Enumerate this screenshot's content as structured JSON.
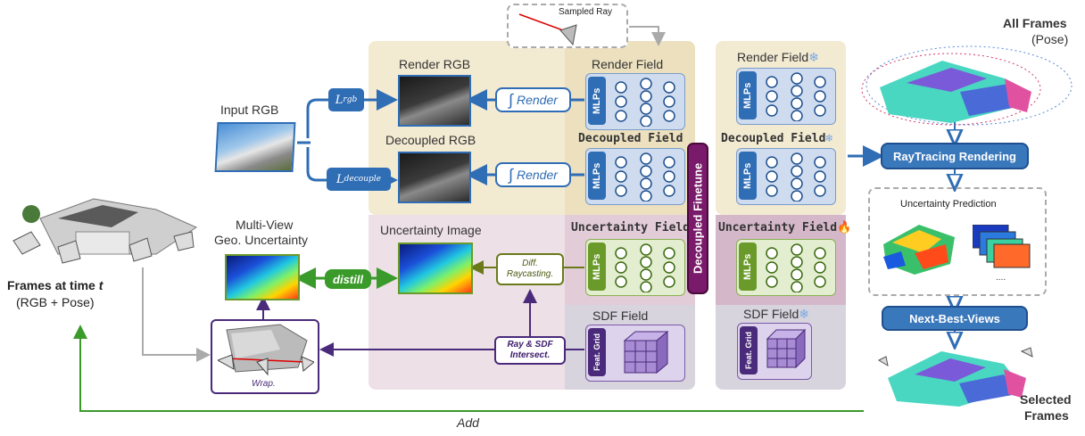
{
  "sampled_ray": "Sampled Ray",
  "render_rgb": "Render RGB",
  "render_field": "Render Field",
  "input_rgb": "Input RGB",
  "decoupled_rgb": "Decoupled RGB",
  "decoupled_field": "Decoupled Field",
  "loss_rgb": "L",
  "loss_rgb_sub": "rgb",
  "loss_decouple": "L",
  "loss_decouple_sub": "decouple",
  "render_op": "Render",
  "mlps": "MLPs",
  "uncertainty_image": "Uncertainty Image",
  "uncertainty_field": "Uncertainty Field",
  "multi_view_line1": "Multi-View",
  "multi_view_line2": "Geo. Uncertainty",
  "distill": "distill",
  "diff_raycasting_line1": "Diff.",
  "diff_raycasting_line2": "Raycasting.",
  "sdf_field": "SDF Field",
  "feat_grid": "Feat. Grid",
  "ray_sdf_line1": "Ray & SDF",
  "ray_sdf_line2": "Intersect.",
  "wrap": "Wrap.",
  "frames_at_time": "Frames at time ",
  "frames_t": "t",
  "frames_sub": "(RGB + Pose)",
  "decoupled_finetune": "Decoupled Finetune",
  "all_frames": "All Frames",
  "pose": "(Pose)",
  "raytracing_rendering": "RayTracing Rendering",
  "uncertainty_prediction": "Uncertainty Prediction",
  "ellipsis": "....",
  "next_best_views": "Next-Best-Views",
  "selected_frames_line1": "Selected",
  "selected_frames_line2": "Frames",
  "add": "Add",
  "icons": {
    "snowflake": "snowflake-icon",
    "fire": "fire-icon",
    "integral": "integral-icon"
  },
  "colors": {
    "blue": "#2f6db5",
    "green": "#3a9a2a",
    "purple": "#5a2a8a",
    "olive": "#6a7a1a",
    "tan_panel": "#f3ead2",
    "pink_panel": "#ead8e4"
  }
}
